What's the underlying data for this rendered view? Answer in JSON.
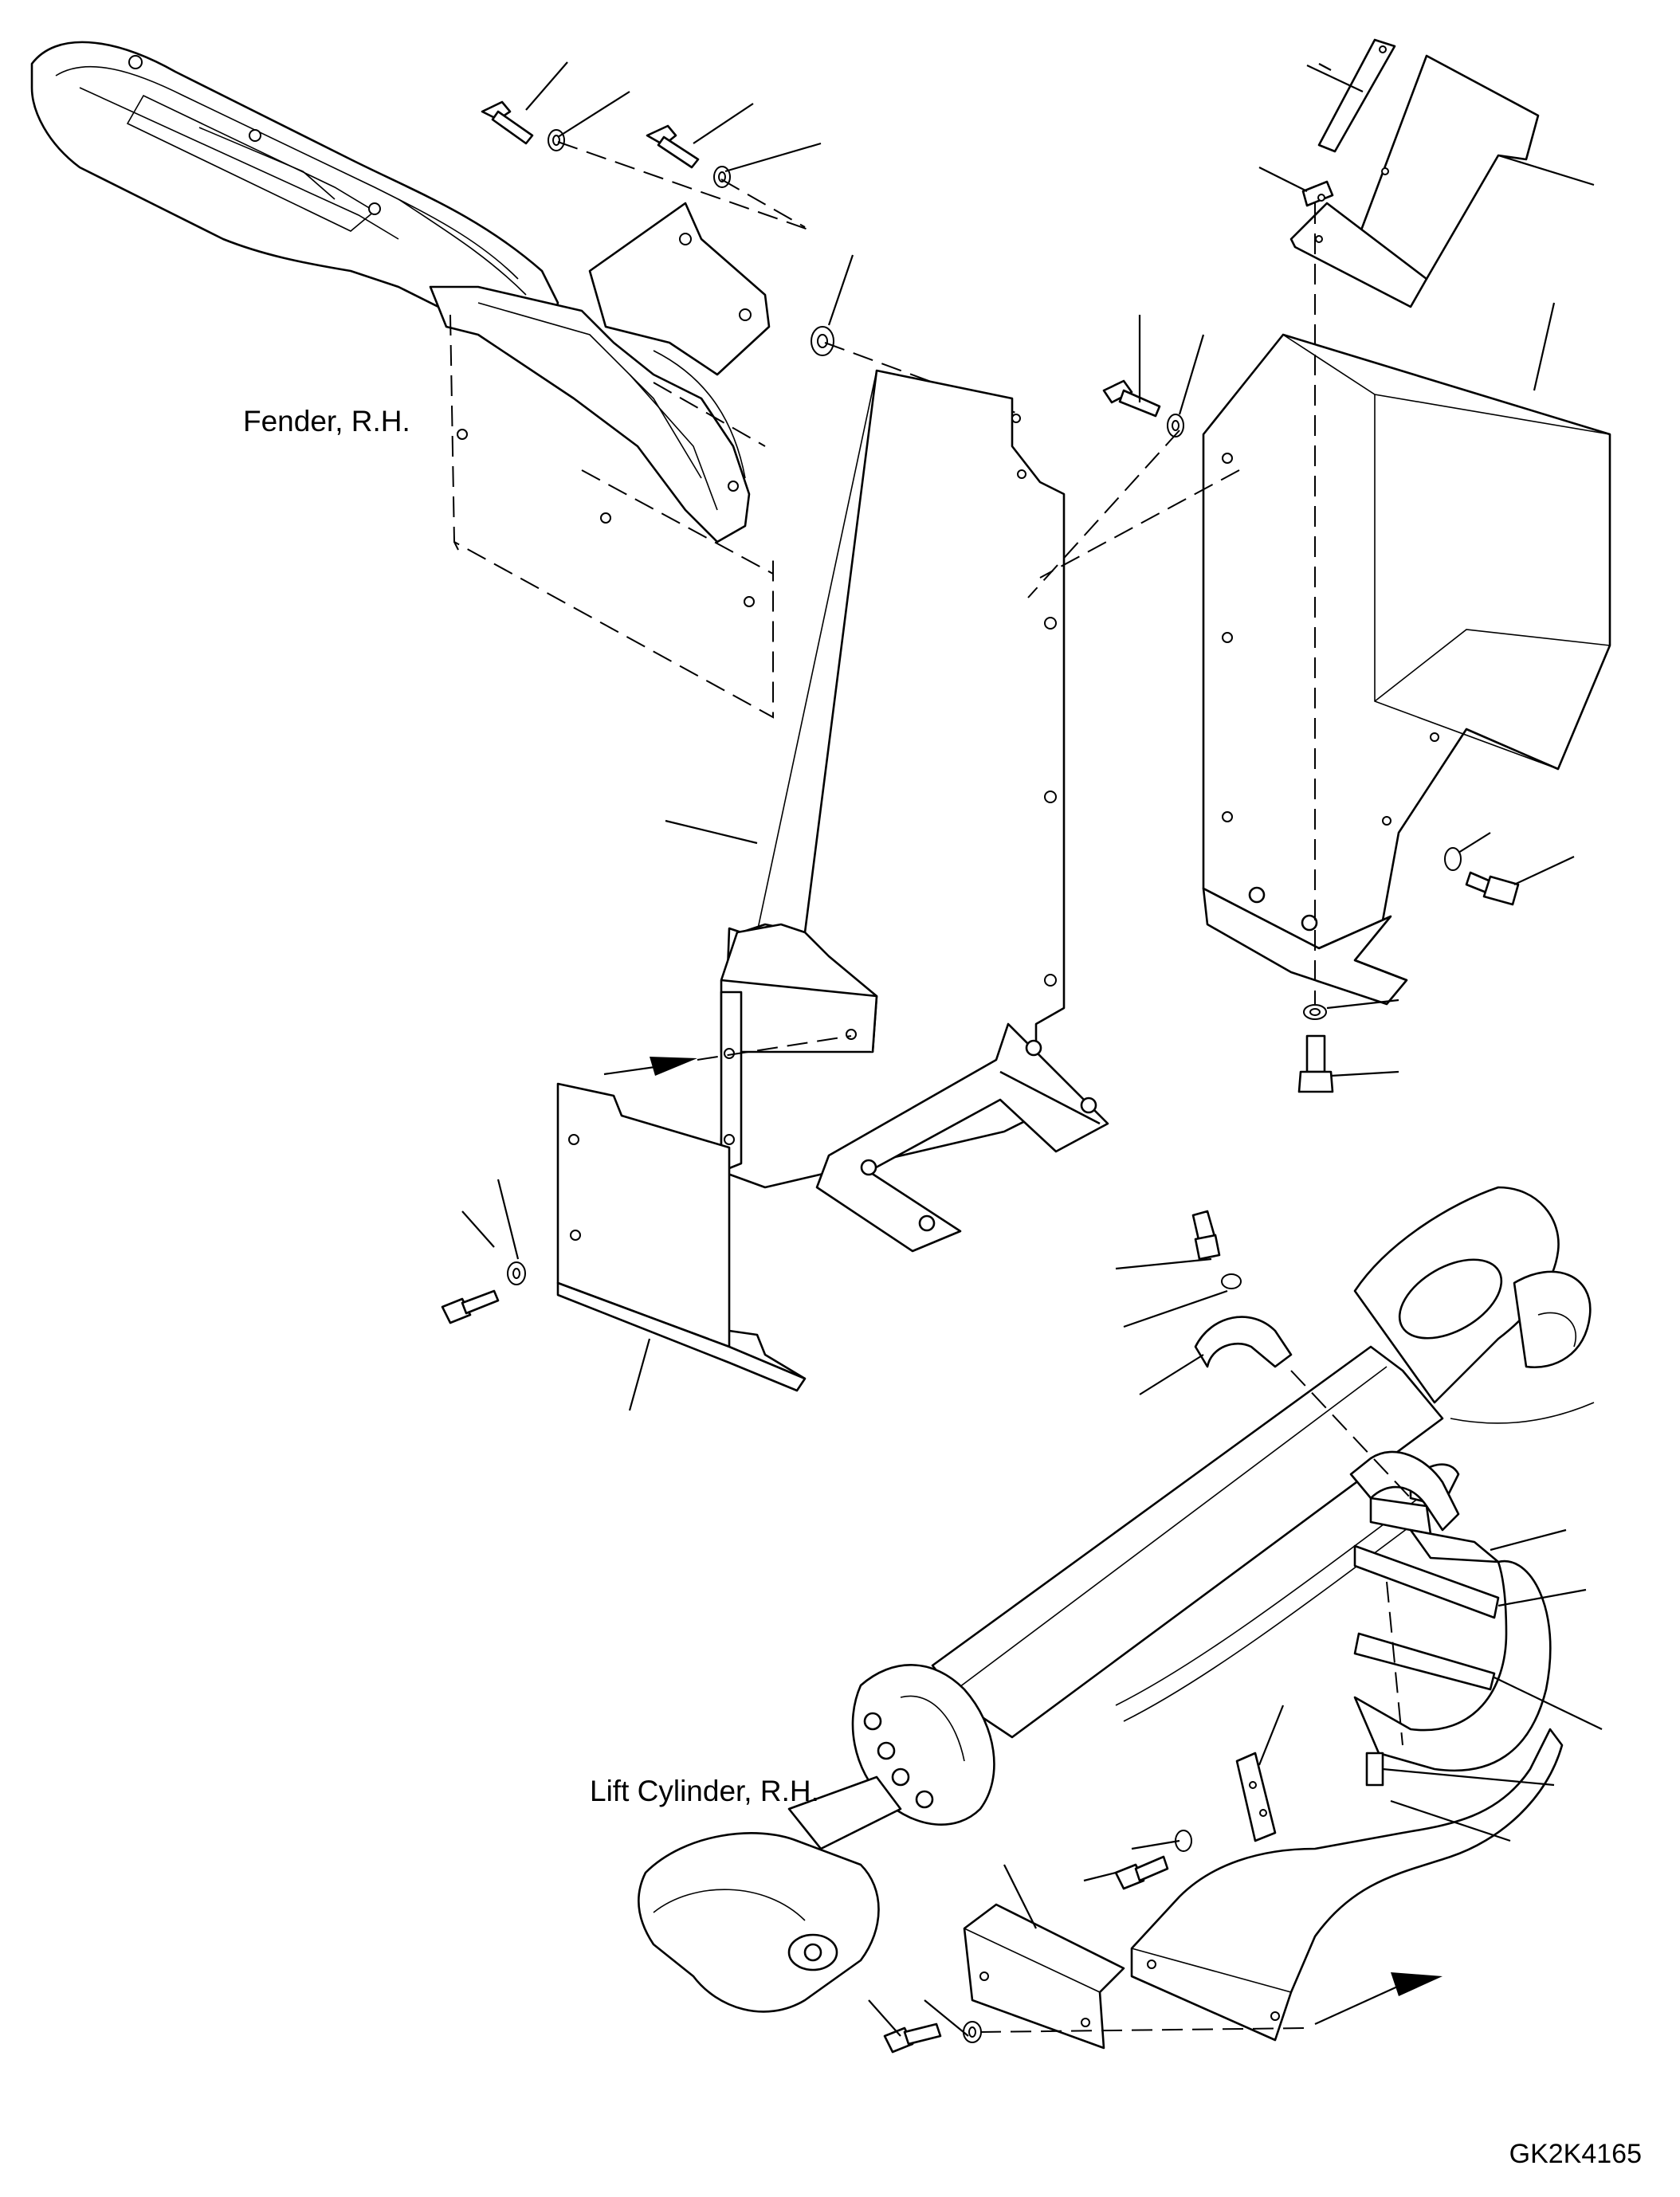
{
  "labels": {
    "fender": "Fender, R.H.",
    "lift_cylinder": "Lift Cylinder, R.H.",
    "drawing_code": "GK2K4165"
  }
}
